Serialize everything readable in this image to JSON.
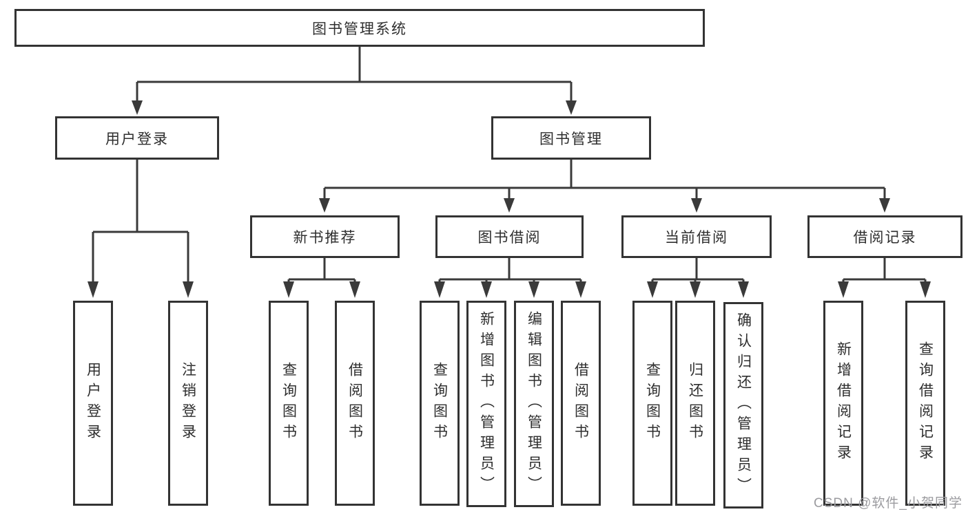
{
  "diagram": {
    "title": "图书管理系统",
    "root": {
      "label": "图书管理系统"
    },
    "level1": [
      {
        "id": "user-login",
        "label": "用户登录"
      },
      {
        "id": "book-management",
        "label": "图书管理"
      }
    ],
    "level2": [
      {
        "id": "new-book-recommend",
        "parent": "图书管理",
        "label": "新书推荐"
      },
      {
        "id": "book-borrowing",
        "parent": "图书管理",
        "label": "图书借阅"
      },
      {
        "id": "current-borrowing",
        "parent": "图书管理",
        "label": "当前借阅"
      },
      {
        "id": "borrowing-records",
        "parent": "图书管理",
        "label": "借阅记录"
      }
    ],
    "leaves": [
      {
        "parent": "用户登录",
        "label": "用户登录"
      },
      {
        "parent": "用户登录",
        "label": "注销登录"
      },
      {
        "parent": "新书推荐",
        "label": "查询图书"
      },
      {
        "parent": "新书推荐",
        "label": "借阅图书"
      },
      {
        "parent": "图书借阅",
        "label": "查询图书"
      },
      {
        "parent": "图书借阅",
        "label": "新增图书（管理员）"
      },
      {
        "parent": "图书借阅",
        "label": "编辑图书（管理员）"
      },
      {
        "parent": "图书借阅",
        "label": "借阅图书"
      },
      {
        "parent": "当前借阅",
        "label": "查询图书"
      },
      {
        "parent": "当前借阅",
        "label": "归还图书"
      },
      {
        "parent": "当前借阅",
        "label": "确认归还（管理员）"
      },
      {
        "parent": "借阅记录",
        "label": "新增借阅记录"
      },
      {
        "parent": "借阅记录",
        "label": "查询借阅记录"
      }
    ]
  },
  "watermark": {
    "text": "CSDN @软件_小贺同学"
  },
  "colors": {
    "line": "#3a3a3a",
    "box_border": "#333333",
    "text": "#2e2e2e",
    "background": "#ffffff",
    "watermark": "#9b9b9f"
  }
}
